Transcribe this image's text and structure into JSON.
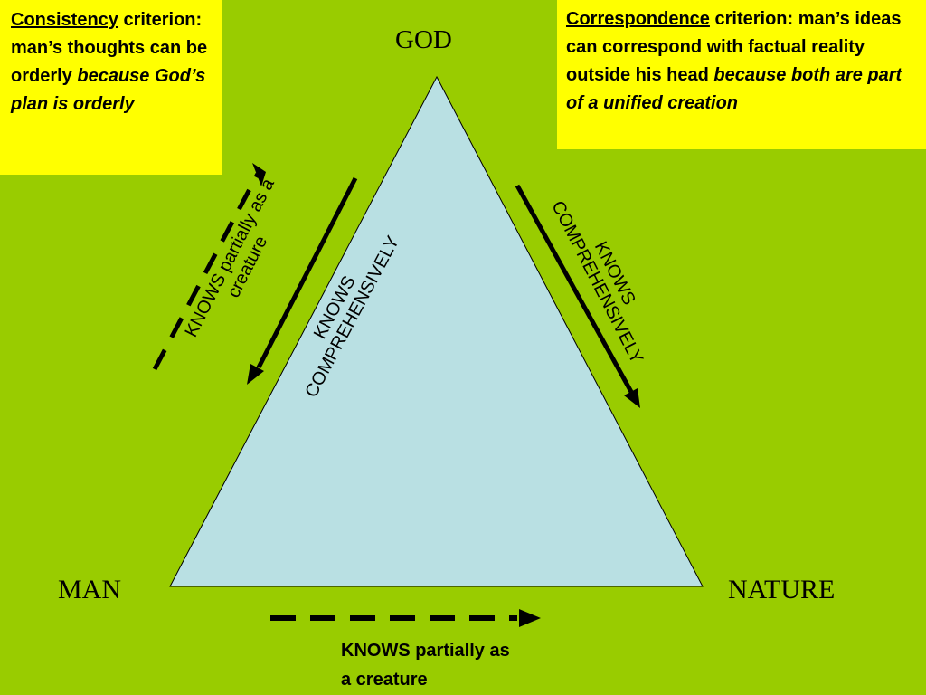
{
  "box_left": {
    "term": "Consistency",
    "text": " criterion:  man’s thoughts can be orderly ",
    "italic": "because God’s plan is orderly"
  },
  "box_right": {
    "term": "Correspondence",
    "text": " criterion:  man’s ideas can correspond with factual reality outside his head ",
    "italic": "because both are part of a unified creation"
  },
  "nodes": {
    "top": "GOD",
    "left": "MAN",
    "right": "NATURE"
  },
  "labels": {
    "partial_left": [
      "KNOWS partially as a",
      "creature"
    ],
    "comprehensive_left": [
      "KNOWS",
      "COMPREHENSIVELY"
    ],
    "comprehensive_right": [
      "KNOWS",
      "COMPREHENSIVELY"
    ],
    "partial_bottom": [
      "KNOWS partially as",
      "a creature"
    ]
  },
  "colors": {
    "background": "#99cc00",
    "box": "#ffff00",
    "triangle_fill": "#b9e0e3"
  }
}
